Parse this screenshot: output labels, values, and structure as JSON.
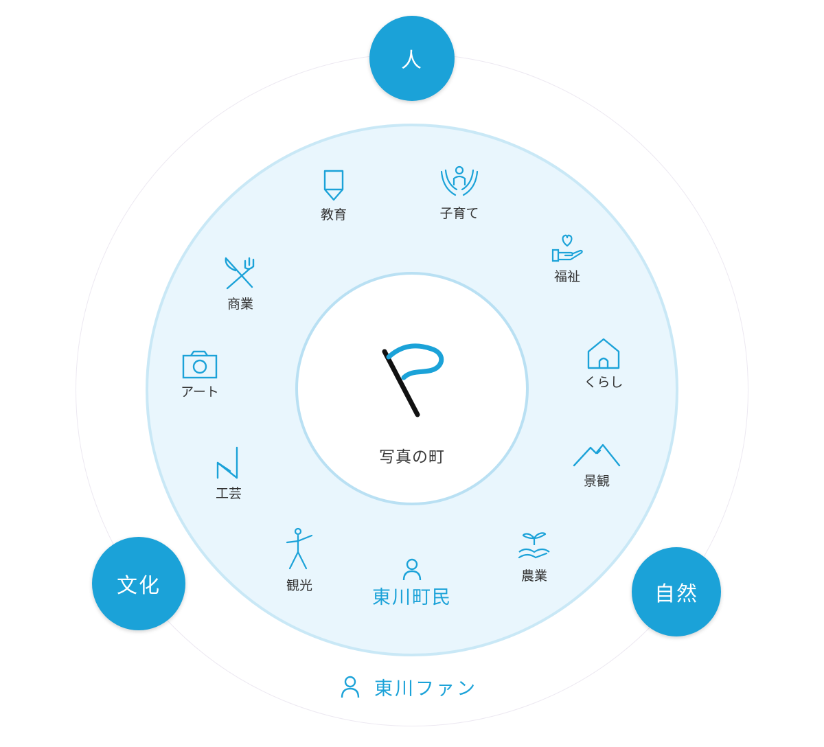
{
  "center": {
    "label": "写真の町"
  },
  "pillars": {
    "people": "人",
    "culture": "文化",
    "nature": "自然"
  },
  "categories": {
    "education": "教育",
    "childcare": "子育て",
    "welfare": "福祉",
    "living": "くらし",
    "scenery": "景観",
    "agriculture": "農業",
    "tourism": "観光",
    "crafts": "工芸",
    "art": "アート",
    "commerce": "商業"
  },
  "residents": {
    "label": "東川町民"
  },
  "fans": {
    "label": "東川ファン"
  },
  "colors": {
    "accent": "#1ba2d8",
    "mid_ring": "#e9f6fd",
    "inner_ring_border": "#b9e0f3",
    "text": "#333333"
  },
  "icons": {
    "education": "pencil-icon",
    "childcare": "hands-child-icon",
    "welfare": "heart-hand-icon",
    "living": "house-icon",
    "scenery": "mountain-icon",
    "agriculture": "sprout-hand-icon",
    "tourism": "walking-person-icon",
    "crafts": "craft-icon",
    "art": "camera-icon",
    "commerce": "fork-knife-icon",
    "center": "flag-icon",
    "person": "person-icon"
  }
}
